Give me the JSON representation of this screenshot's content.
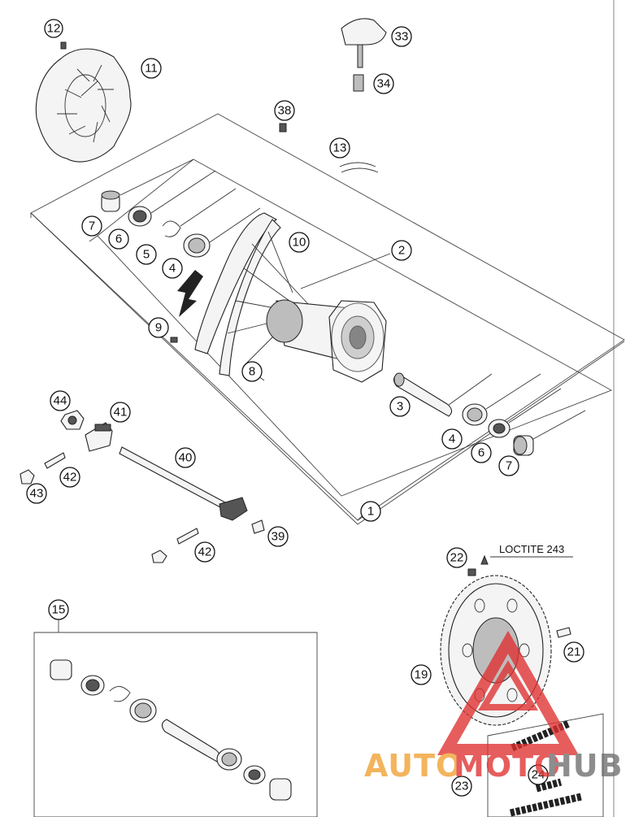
{
  "callouts": {
    "c12": "12",
    "c11": "11",
    "c33": "33",
    "c34": "34",
    "c38": "38",
    "c13": "13",
    "c7a": "7",
    "c6a": "6",
    "c5": "5",
    "c4a": "4",
    "c10": "10",
    "c2": "2",
    "c9": "9",
    "c8": "8",
    "c3": "3",
    "c4b": "4",
    "c6b": "6",
    "c7b": "7",
    "c44": "44",
    "c41": "41",
    "c40": "40",
    "c42a": "42",
    "c43": "43",
    "c1": "1",
    "c39": "39",
    "c42b": "42",
    "c22": "22",
    "c21": "21",
    "c19": "19",
    "c15": "15",
    "c23": "23",
    "c24": "24"
  },
  "loctite_label": "LOCTITE 243",
  "watermark": {
    "part1": "AUTO",
    "part2": "MOTO",
    "part3": "HUB",
    "color_orange": "#f0a030",
    "color_gray": "#6e6e6e",
    "color_red": "#e03030"
  }
}
